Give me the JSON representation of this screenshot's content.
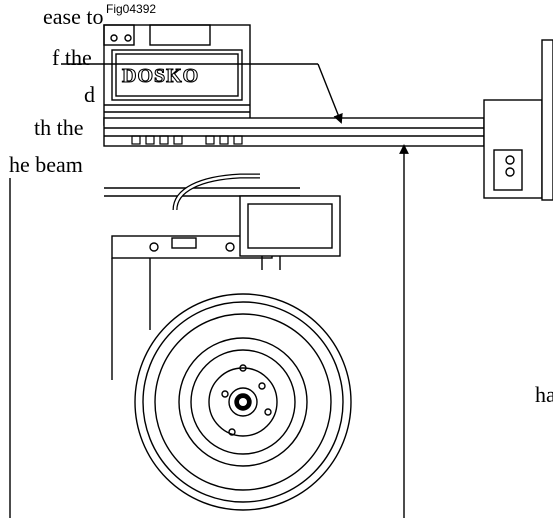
{
  "figure": {
    "id": "Fig04392"
  },
  "brand": {
    "logo_text": "DOSKO"
  },
  "callout": {
    "line1": "ease to",
    "line2": "f the",
    "line3": "d",
    "line4": "th the",
    "line5": "he beam",
    "right_fragment": "ha"
  }
}
